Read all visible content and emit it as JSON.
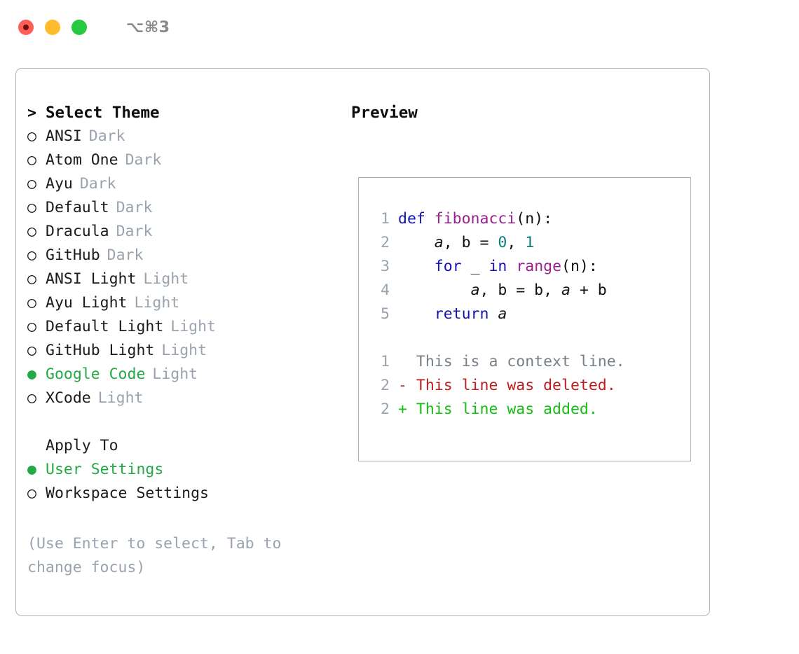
{
  "titlebar": {
    "shortcut": "⌥⌘3",
    "dots": [
      {
        "name": "close",
        "color": "#ff5f57"
      },
      {
        "name": "minimize",
        "color": "#ffbd2e"
      },
      {
        "name": "maximize",
        "color": "#28c840"
      }
    ]
  },
  "theme_picker": {
    "header": "Select Theme",
    "header_marker": ">",
    "marker_selected": "●",
    "marker_unselected": "○",
    "items": [
      {
        "label": "ANSI",
        "variant": "Dark",
        "selected": false
      },
      {
        "label": "Atom One",
        "variant": "Dark",
        "selected": false
      },
      {
        "label": "Ayu",
        "variant": "Dark",
        "selected": false
      },
      {
        "label": "Default",
        "variant": "Dark",
        "selected": false
      },
      {
        "label": "Dracula",
        "variant": "Dark",
        "selected": false
      },
      {
        "label": "GitHub",
        "variant": "Dark",
        "selected": false
      },
      {
        "label": "ANSI Light",
        "variant": "Light",
        "selected": false
      },
      {
        "label": "Ayu Light",
        "variant": "Light",
        "selected": false
      },
      {
        "label": "Default Light",
        "variant": "Light",
        "selected": false
      },
      {
        "label": "GitHub Light",
        "variant": "Light",
        "selected": false
      },
      {
        "label": "Google Code",
        "variant": "Light",
        "selected": true
      },
      {
        "label": "XCode",
        "variant": "Light",
        "selected": false
      }
    ]
  },
  "apply_to": {
    "header": "Apply To",
    "items": [
      {
        "label": "User Settings",
        "selected": true
      },
      {
        "label": "Workspace Settings",
        "selected": false
      }
    ]
  },
  "hint": "(Use Enter to select, Tab to change focus)",
  "preview": {
    "header": "Preview",
    "code_lines": [
      {
        "no": "1",
        "tokens": [
          {
            "t": "def ",
            "c": "kw"
          },
          {
            "t": "fibonacci",
            "c": "fn"
          },
          {
            "t": "(n):",
            "c": "plain"
          }
        ]
      },
      {
        "no": "2",
        "tokens": [
          {
            "t": "    ",
            "c": "plain"
          },
          {
            "t": "a",
            "c": "var"
          },
          {
            "t": ", ",
            "c": "plain"
          },
          {
            "t": "b",
            "c": "plain"
          },
          {
            "t": " = ",
            "c": "plain"
          },
          {
            "t": "0",
            "c": "num"
          },
          {
            "t": ", ",
            "c": "plain"
          },
          {
            "t": "1",
            "c": "num"
          }
        ]
      },
      {
        "no": "3",
        "tokens": [
          {
            "t": "    ",
            "c": "plain"
          },
          {
            "t": "for",
            "c": "kw"
          },
          {
            "t": " _ ",
            "c": "plain"
          },
          {
            "t": "in",
            "c": "kw"
          },
          {
            "t": " ",
            "c": "plain"
          },
          {
            "t": "range",
            "c": "fn"
          },
          {
            "t": "(n):",
            "c": "plain"
          }
        ]
      },
      {
        "no": "4",
        "tokens": [
          {
            "t": "        ",
            "c": "plain"
          },
          {
            "t": "a",
            "c": "var"
          },
          {
            "t": ", b = b, ",
            "c": "plain"
          },
          {
            "t": "a",
            "c": "var"
          },
          {
            "t": " + b",
            "c": "plain"
          }
        ]
      },
      {
        "no": "5",
        "tokens": [
          {
            "t": "    ",
            "c": "plain"
          },
          {
            "t": "return",
            "c": "kw"
          },
          {
            "t": " ",
            "c": "plain"
          },
          {
            "t": "a",
            "c": "var"
          }
        ]
      }
    ],
    "diff_lines": [
      {
        "no": "1",
        "sign": " ",
        "text": "This is a context line.",
        "kind": "ctx"
      },
      {
        "no": "2",
        "sign": "-",
        "text": "This line was deleted.",
        "kind": "del"
      },
      {
        "no": "2",
        "sign": "+",
        "text": "This line was added.",
        "kind": "add"
      }
    ]
  },
  "colors": {
    "accent_green": "#22aa44",
    "muted": "#9aa3ad",
    "border": "#a9b3c0",
    "keyword": "#1414b4",
    "function": "#9a1f8f",
    "number": "#0b7b7b",
    "diff_delete": "#c01c1c",
    "diff_add": "#13bf13"
  }
}
